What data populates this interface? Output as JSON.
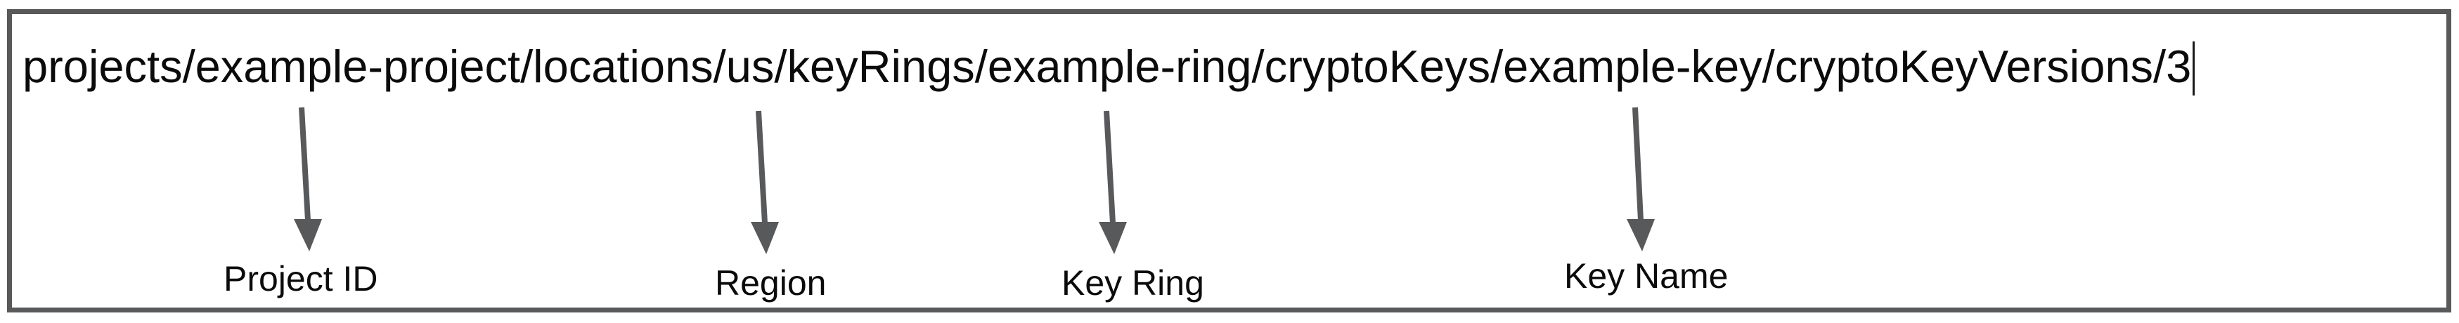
{
  "diagram": {
    "resource_path": "projects/example-project/locations/us/keyRings/example-ring/cryptoKeys/example-key/cryptoKeyVersions/3",
    "annotations": [
      {
        "label": "Project ID",
        "points_to": "example-project"
      },
      {
        "label": "Region",
        "points_to": "us"
      },
      {
        "label": "Key Ring",
        "points_to": "example-ring"
      },
      {
        "label": "Key Name",
        "points_to": "example-key"
      }
    ],
    "colors": {
      "border": "#58595b",
      "arrow": "#58595b",
      "text": "#0b0b0b",
      "background": "#ffffff"
    }
  }
}
